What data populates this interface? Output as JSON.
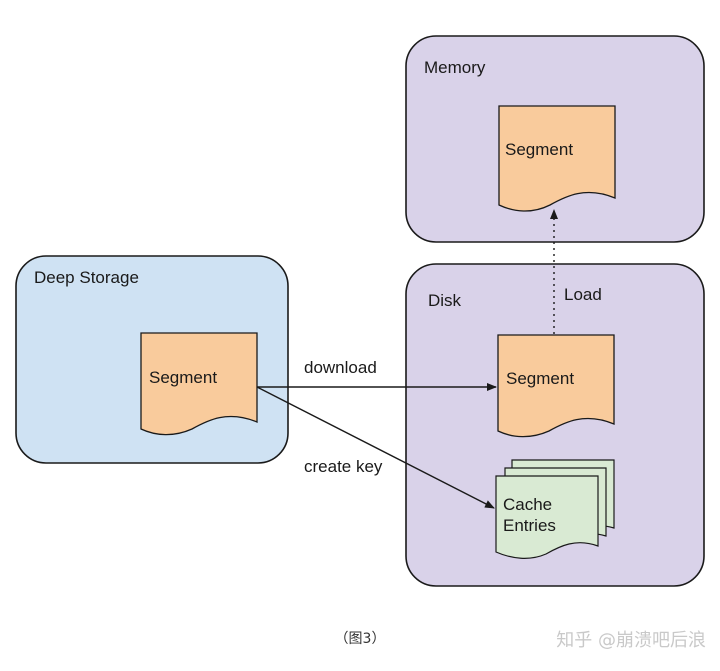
{
  "diagram": {
    "containers": {
      "memory": "Memory",
      "deep_storage": "Deep Storage",
      "disk": "Disk"
    },
    "nodes": {
      "memory_segment": "Segment",
      "deep_storage_segment": "Segment",
      "disk_segment": "Segment",
      "cache_entries_line1": "Cache",
      "cache_entries_line2": "Entries"
    },
    "edges": {
      "download": "download",
      "create_key": "create key",
      "load": "Load"
    }
  },
  "caption": "（图3）",
  "watermark": "知乎 @崩溃吧后浪",
  "colors": {
    "memory_fill": "#d9d2e9",
    "deep_storage_fill": "#cfe2f3",
    "disk_fill": "#d9d2e9",
    "segment_fill": "#f9cb9c",
    "cache_fill": "#d9ead3",
    "stroke": "#1a1a1a"
  }
}
